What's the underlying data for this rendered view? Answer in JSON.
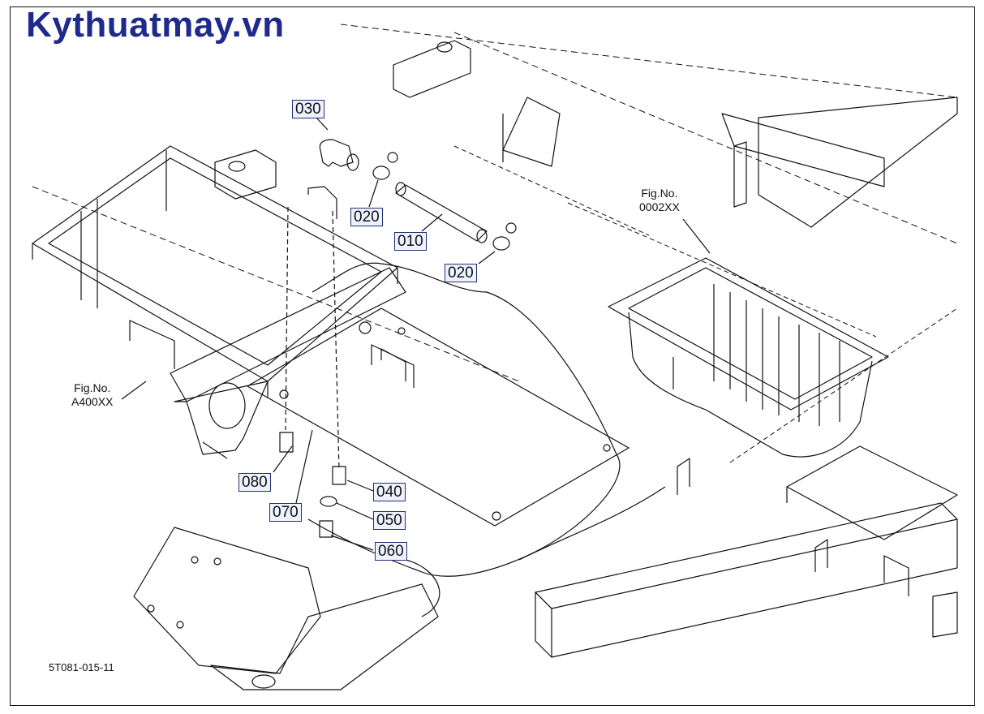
{
  "watermark": {
    "text": "Kythuatmay.vn",
    "color": "#1f2a8c"
  },
  "callouts": [
    {
      "id": "010",
      "text": "010"
    },
    {
      "id": "020a",
      "text": "020"
    },
    {
      "id": "020b",
      "text": "020"
    },
    {
      "id": "030",
      "text": "030"
    },
    {
      "id": "040",
      "text": "040"
    },
    {
      "id": "050",
      "text": "050"
    },
    {
      "id": "060",
      "text": "060"
    },
    {
      "id": "070",
      "text": "070"
    },
    {
      "id": "080",
      "text": "080"
    }
  ],
  "figure_refs": [
    {
      "id": "right",
      "line1": "Fig.No.",
      "line2": "0002XX"
    },
    {
      "id": "left",
      "line1": "Fig.No.",
      "line2": "A400XX"
    }
  ],
  "document_id": "5T081-015-11",
  "colors": {
    "line": "#111111",
    "callout_bg": "#eef1ff",
    "callout_border": "#22306e"
  }
}
